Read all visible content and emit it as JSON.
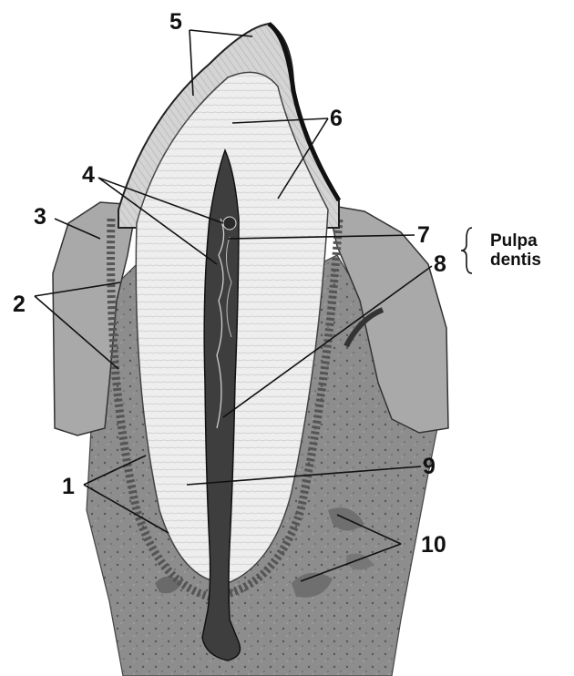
{
  "diagram": {
    "labels": [
      {
        "id": "l1",
        "text": "1"
      },
      {
        "id": "l2",
        "text": "2"
      },
      {
        "id": "l3",
        "text": "3"
      },
      {
        "id": "l4",
        "text": "4"
      },
      {
        "id": "l5",
        "text": "5"
      },
      {
        "id": "l6",
        "text": "6"
      },
      {
        "id": "l7",
        "text": "7"
      },
      {
        "id": "l8",
        "text": "8"
      },
      {
        "id": "l9",
        "text": "9"
      },
      {
        "id": "l10",
        "text": "10"
      }
    ],
    "bracket": {
      "line1": "Pulpa",
      "line2": "dentis"
    }
  },
  "colors": {
    "bone": "#8a8a8a",
    "gum": "#a6a6a6",
    "enamel": "#d0d0d0",
    "dentin": "#ededed",
    "pulp": "#3a3a3a",
    "ink": "#111111"
  }
}
